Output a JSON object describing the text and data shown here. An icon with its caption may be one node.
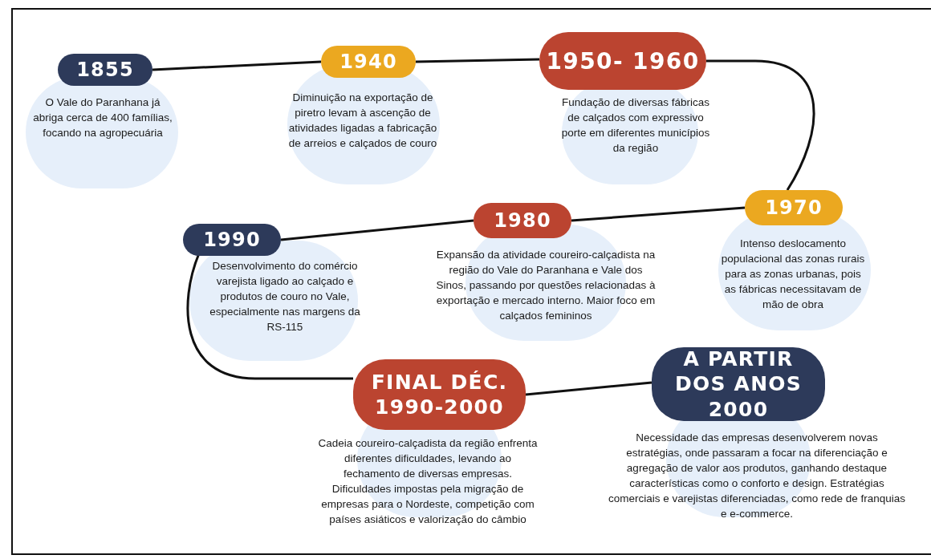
{
  "diagram": {
    "nodes": [
      {
        "text": [
          "1855"
        ],
        "beside": [
          "O Vale do Paranhana já abriga cerca de 400 famílias, focando na agropecuária"
        ]
      },
      {
        "text": [
          "1940"
        ],
        "beside": [
          "Diminuição na exportação de piretro levam à ascenção de atividades ligadas a fabricação de arreios e calçados de couro"
        ]
      },
      {
        "text": [
          "1950- 1960"
        ],
        "beside": [
          "Fundação de diversas fábricas de calçados com expressivo porte em diferentes municípios da região"
        ]
      },
      {
        "text": [
          "1970"
        ],
        "beside": [
          "Intenso deslocamento populacional das zonas rurais para as zonas urbanas, pois as fábricas necessitavam de mão de obra"
        ]
      },
      {
        "text": [
          "1980"
        ],
        "beside": [
          "Expansão da atividade coureiro-calçadista na região do Vale do Paranhana e Vale dos Sinos, passando por questões relacionadas à exportação e mercado interno. Maior foco em calçados femininos"
        ]
      },
      {
        "text": [
          "1990"
        ],
        "beside": [
          "Desenvolvimento do comércio varejista ligado ao calçado e produtos de couro no Vale, especialmente nas margens da RS-115"
        ]
      },
      {
        "text": [
          "FINAL DÉC. 1990-2000"
        ],
        "beside": [
          "Cadeia coureiro-calçadista da região enfrenta diferentes dificuldades, levando ao fechamento de diversas empresas. Dificuldades impostas pela migração de empresas para o Nordeste, competição com países asiáticos e valorização do câmbio"
        ]
      },
      {
        "text": [
          "A PARTIR DOS ANOS 2000"
        ],
        "beside": [
          "Necessidade das empresas desenvolverem novas estratégias, onde passaram a focar na diferenciação e agregação de valor aos produtos, ganhando destaque características como o conforto e design. Estratégias comerciais e varejistas diferenciadas, como rede de franquias e e-commerce."
        ]
      }
    ],
    "edges": [
      {
        "from": 0,
        "to": 1,
        "arrow": "none"
      },
      {
        "from": 1,
        "to": 2,
        "arrow": "none"
      },
      {
        "from": 2,
        "to": 3,
        "arrow": "none"
      },
      {
        "from": 3,
        "to": 4,
        "arrow": "none"
      },
      {
        "from": 4,
        "to": 5,
        "arrow": "none"
      },
      {
        "from": 5,
        "to": 6,
        "arrow": "none"
      },
      {
        "from": 6,
        "to": 7,
        "arrow": "none"
      }
    ]
  }
}
